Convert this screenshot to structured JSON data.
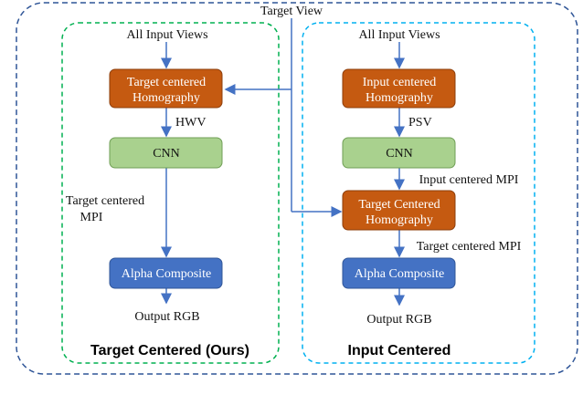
{
  "top_label": "Target View",
  "left": {
    "title": "Target Centered (Ours)",
    "input": "All Input Views",
    "homography": [
      "Target centered",
      "Homography"
    ],
    "edge1": "HWV",
    "cnn": "CNN",
    "edge2": [
      "Target centered",
      "MPI"
    ],
    "composite": "Alpha Composite",
    "output": "Output RGB"
  },
  "right": {
    "title": "Input Centered",
    "input": "All Input Views",
    "homography1": [
      "Input centered",
      "Homography"
    ],
    "edge1": "PSV",
    "cnn": "CNN",
    "edge2": "Input centered MPI",
    "homography2": [
      "Target Centered",
      "Homography"
    ],
    "edge3": "Target centered MPI",
    "composite": "Alpha Composite",
    "output": "Output RGB"
  },
  "colors": {
    "homography": "#c55a11",
    "cnn": "#a9d18e",
    "composite": "#4472c4",
    "arrow": "#4472c4",
    "outer": "#2f5597",
    "left_box": "#00b050",
    "right_box": "#00b0f0"
  }
}
